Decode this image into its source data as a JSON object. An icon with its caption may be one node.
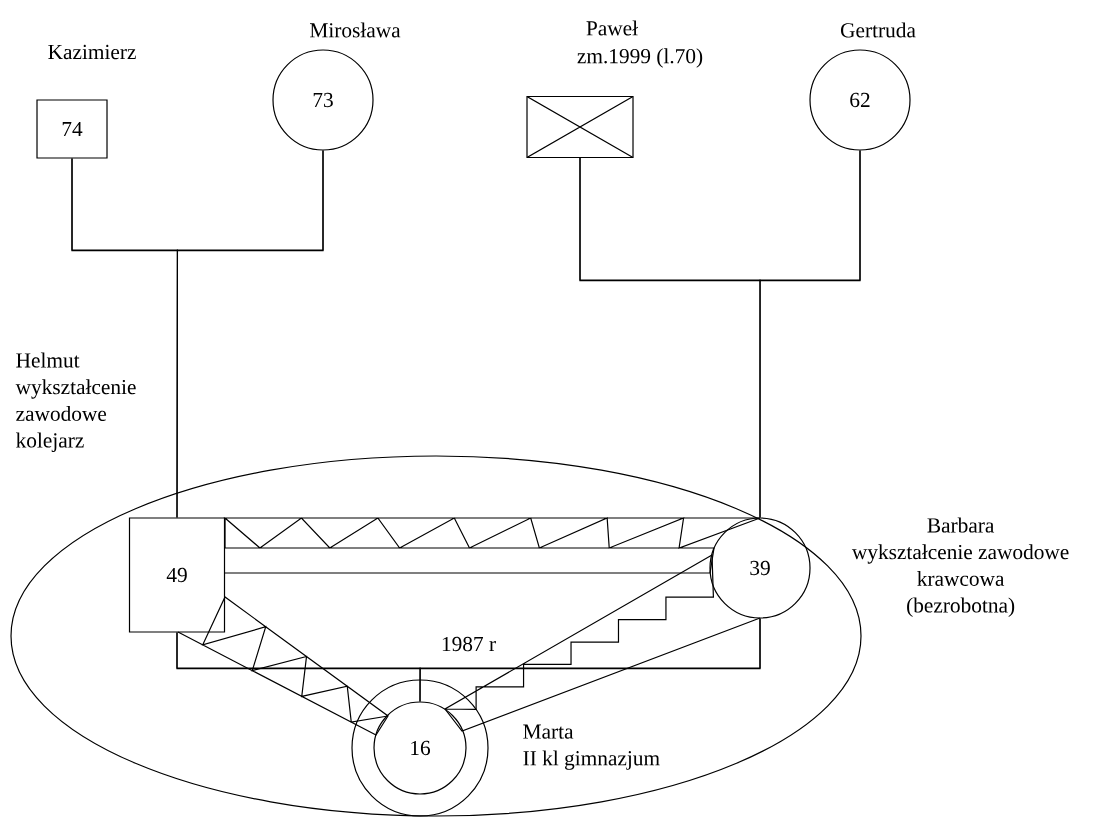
{
  "diagram": {
    "nodes": [
      {
        "text": [
          "Kazimierz",
          "74"
        ]
      },
      {
        "text": [
          "Mirosława",
          "73"
        ]
      },
      {
        "text": [
          "Paweł",
          "zm.1999 (l.70)"
        ]
      },
      {
        "text": [
          "Gertruda",
          "62"
        ]
      },
      {
        "text": [],
        "shape": "ellipse"
      },
      {
        "text": [
          "Helmut wykształcenie zawodowe kolejarz",
          "49"
        ],
        "in": 4
      },
      {
        "text": [
          "39",
          "Barbara wykształcenie zawodowe krawcowa (bezrobotna)"
        ],
        "in": 4
      },
      {
        "text": [
          "16",
          "Marta II kl gimnazjum"
        ],
        "in": 4
      }
    ],
    "edges": [
      {
        "from": 0,
        "to": 1,
        "arrow": "none"
      },
      {
        "from": 0,
        "to": 5,
        "arrow": "none"
      },
      {
        "from": 1,
        "to": 5,
        "arrow": "none"
      },
      {
        "from": 2,
        "to": 3,
        "arrow": "none"
      },
      {
        "from": 2,
        "to": 6,
        "arrow": "none"
      },
      {
        "from": 3,
        "to": 6,
        "arrow": "none"
      },
      {
        "from": 5,
        "to": 6,
        "label": "1987 r",
        "arrow": "none"
      },
      {
        "from": 5,
        "to": 7,
        "arrow": "none"
      },
      {
        "from": 6,
        "to": 7,
        "arrow": "none"
      },
      {
        "from": 5,
        "to": 6,
        "arrow": "none"
      },
      {
        "from": 5,
        "to": 7,
        "arrow": "none"
      },
      {
        "from": 6,
        "to": 7,
        "arrow": "none"
      }
    ]
  }
}
